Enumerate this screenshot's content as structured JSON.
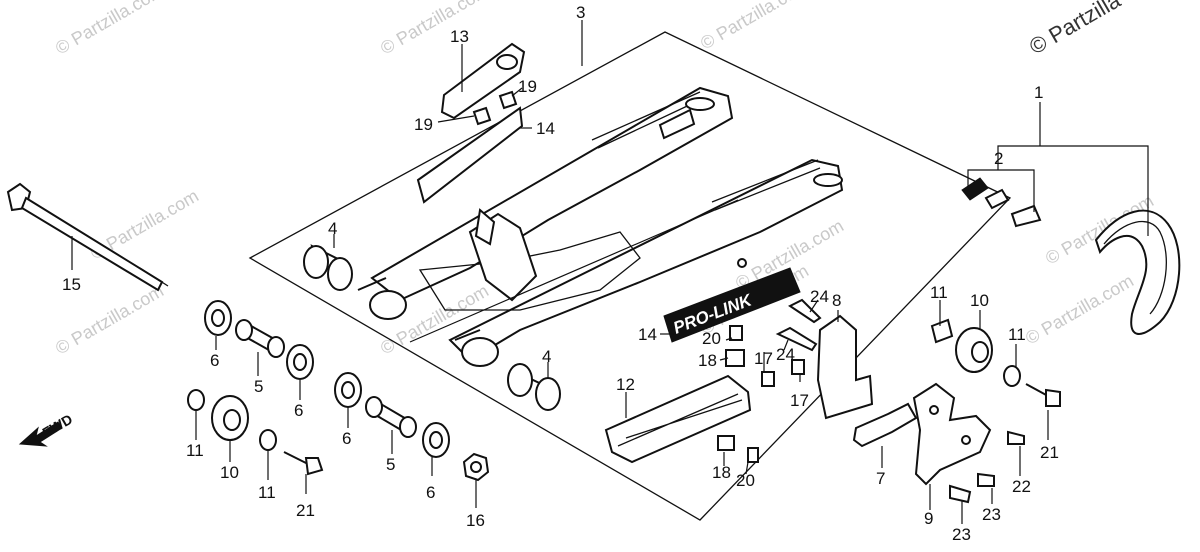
{
  "watermarks": [
    "© Partzilla.com",
    "© Partzilla.com",
    "© Partzilla.com",
    "© Partzilla.com",
    "© Partzilla.com",
    "© Partzilla.com",
    "© Partzilla.com",
    "© Partzilla.com",
    "© Partzilla.com",
    "© Partzilla.com"
  ],
  "corner_watermark": "© Partzilla",
  "fwd_label": "FWD",
  "emblem_text": "PRO-LINK",
  "callouts": {
    "c1": "1",
    "c2": "2",
    "c3": "3",
    "c4a": "4",
    "c4b": "4",
    "c5a": "5",
    "c5b": "5",
    "c6a": "6",
    "c6b": "6",
    "c6c": "6",
    "c6d": "6",
    "c7": "7",
    "c8": "8",
    "c9": "9",
    "c10a": "10",
    "c10b": "10",
    "c11a": "11",
    "c11b": "11",
    "c11c": "11",
    "c11d": "11",
    "c12": "12",
    "c13": "13",
    "c14a": "14",
    "c14b": "14",
    "c15": "15",
    "c16": "16",
    "c17a": "17",
    "c17b": "17",
    "c18a": "18",
    "c18b": "18",
    "c19a": "19",
    "c19b": "19",
    "c20a": "20",
    "c20b": "20",
    "c21a": "21",
    "c21b": "21",
    "c22": "22",
    "c23a": "23",
    "c23b": "23",
    "c24a": "24",
    "c24b": "24"
  }
}
